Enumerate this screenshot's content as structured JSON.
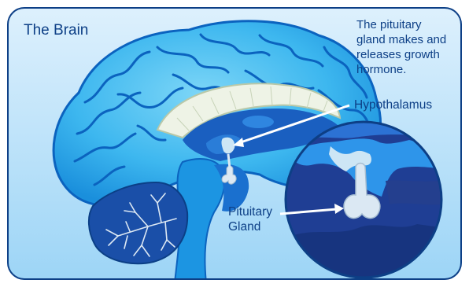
{
  "title": "The Brain",
  "note": {
    "lines": [
      "The pituitary",
      "gland makes and",
      "releases growth",
      "hormone."
    ]
  },
  "labels": {
    "hypothalamus": "Hypothalamus",
    "pituitary_line1": "Pituitary",
    "pituitary_line2": "Gland"
  },
  "colors": {
    "frame_border": "#0d3f86",
    "background_top": "#d9eefc",
    "background_bottom": "#9fd6f7",
    "brain_light": "#56c6f2",
    "brain_mid": "#1ba4e6",
    "brain_dark": "#0b63bf",
    "inner_navy": "#1d3d95",
    "text": "#0d3f86",
    "gland": "#d8e7f2"
  }
}
